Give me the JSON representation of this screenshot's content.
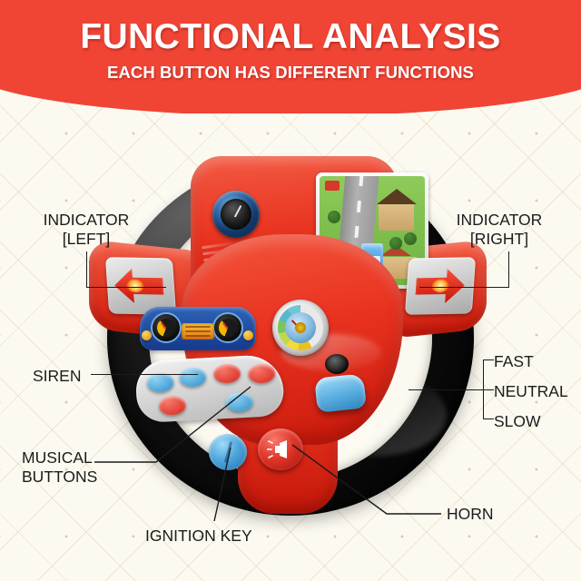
{
  "header": {
    "title": "FUNCTIONAL ANALYSIS",
    "subtitle": "EACH BUTTON HAS DIFFERENT FUNCTIONS",
    "background_color": "#F04435",
    "text_color": "#FFFFFF"
  },
  "page": {
    "background_color": "#FCFAF0",
    "pattern": "diamond-quilt",
    "label_color": "#1B1B1B"
  },
  "labels": {
    "indicator_left_line1": "INDICATOR",
    "indicator_left_line2": "[LEFT]",
    "indicator_right_line1": "INDICATOR",
    "indicator_right_line2": "[RIGHT]",
    "siren": "SIREN",
    "musical_line1": "MUSICAL",
    "musical_line2": "BUTTONS",
    "ignition_key": "IGNITION KEY",
    "horn": "HORN",
    "gear_fast": "FAST",
    "gear_neutral": "NEUTRAL",
    "gear_slow": "SLOW"
  },
  "product": {
    "name": "toy-steering-wheel",
    "rim_color": "#0D0D0D",
    "body_color": "#E8331F",
    "accent_blue": "#5FB2E2",
    "indicator_glow_color": "#FFA32B",
    "screen_scene": "road-with-houses-trees-and-blue-car"
  }
}
